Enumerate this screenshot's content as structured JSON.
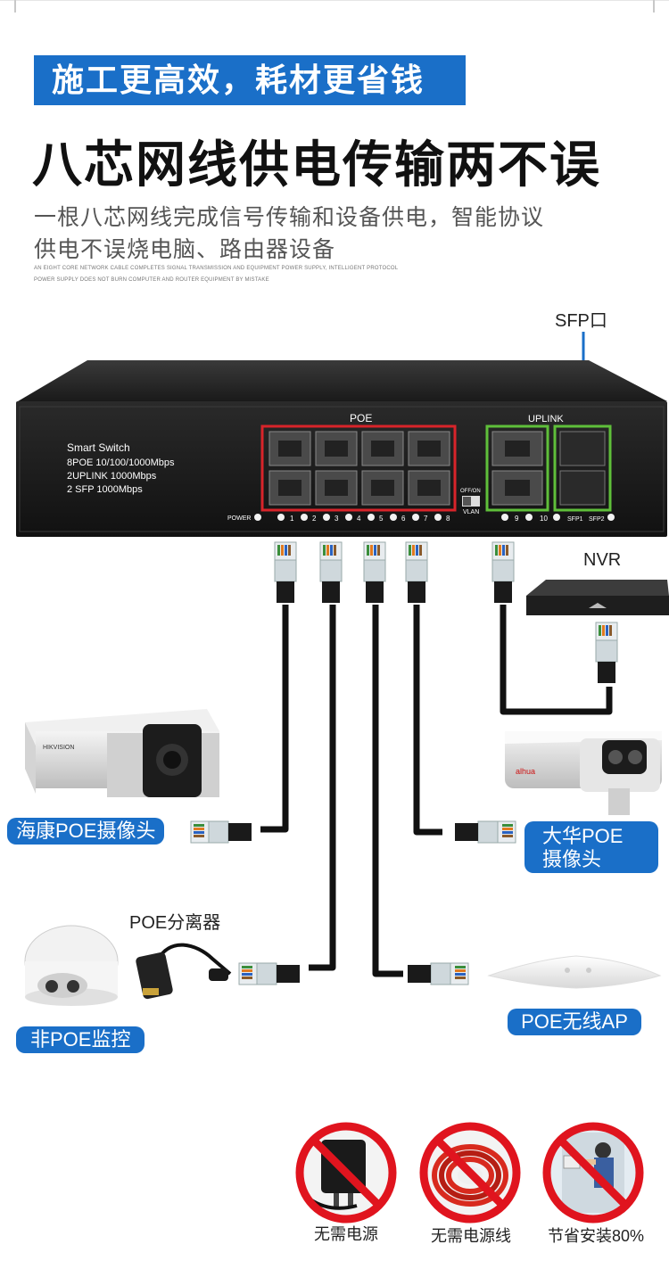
{
  "banner": "施工更高效，耗材更省钱",
  "headline": "八芯网线供电传输两不误",
  "description": {
    "line1": "一根八芯网线完成信号传输和设备供电，智能协议",
    "line2": "供电不误烧电脑、路由器设备",
    "en_line1": "AN EIGHT CORE NETWORK CABLE COMPLETES SIGNAL TRANSMISSION AND EQUIPMENT POWER SUPPLY, INTELLIGENT PROTOCOL",
    "en_line2": "POWER SUPPLY DOES NOT BURN COMPUTER AND ROUTER EQUIPMENT BY MISTAKE"
  },
  "switch": {
    "model_lines": [
      "Smart Switch",
      "8POE 10/100/1000Mbps",
      "2UPLINK 1000Mbps",
      "2 SFP 1000Mbps"
    ],
    "poe_label": "POE",
    "uplink_label": "UPLINK",
    "power_label": "POWER",
    "port_numbers": [
      "1",
      "2",
      "3",
      "4",
      "5",
      "6",
      "7",
      "8",
      "9",
      "10"
    ],
    "switch_label": "OFF/ON",
    "vlan_label": "VLAN",
    "sfp_labels": [
      "SFP1",
      "SFP2"
    ]
  },
  "labels": {
    "sfp": "SFP口",
    "nvr": "NVR",
    "splitter": "POE分离器"
  },
  "devices": {
    "hik": "海康POE摄像头",
    "dahua_line1": "大华POE",
    "dahua_line2": "摄像头",
    "non_poe": "非POE监控",
    "ap": "POE无线AP",
    "hik_brand": "HIKVISION",
    "dahua_brand": "alhua"
  },
  "footer": {
    "items": [
      "无需电源",
      "无需电源线",
      "节省安装80%"
    ]
  },
  "colors": {
    "accent": "#1a6fc8",
    "poe_frame": "#d8242a",
    "uplink_frame": "#5fbf3a",
    "cable": "#111111",
    "prohibit": "#e0141e"
  }
}
